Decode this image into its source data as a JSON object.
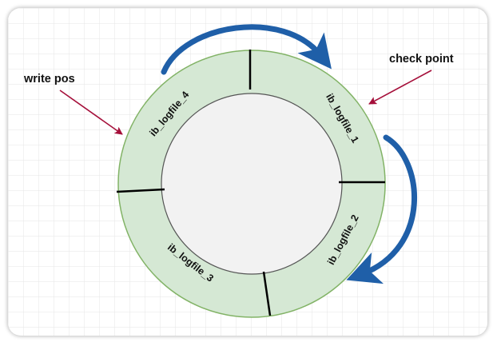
{
  "diagram": {
    "segments": [
      {
        "id": "ib_logfile_1",
        "label": "ib_logfile_1"
      },
      {
        "id": "ib_logfile_2",
        "label": "ib_logfile_2"
      },
      {
        "id": "ib_logfile_3",
        "label": "ib_logfile_3"
      },
      {
        "id": "ib_logfile_4",
        "label": "ib_logfile_4"
      }
    ],
    "pointers": {
      "write_pos": "write pos",
      "check_point": "check point"
    },
    "colors": {
      "ring_fill": "#d5e8d4",
      "ring_stroke": "#82b366",
      "inner_fill": "#f2f2f2",
      "arrow_blue": "#1f5fa8",
      "pointer_red": "#a50f3a",
      "grid": "#e6e6e6"
    }
  }
}
